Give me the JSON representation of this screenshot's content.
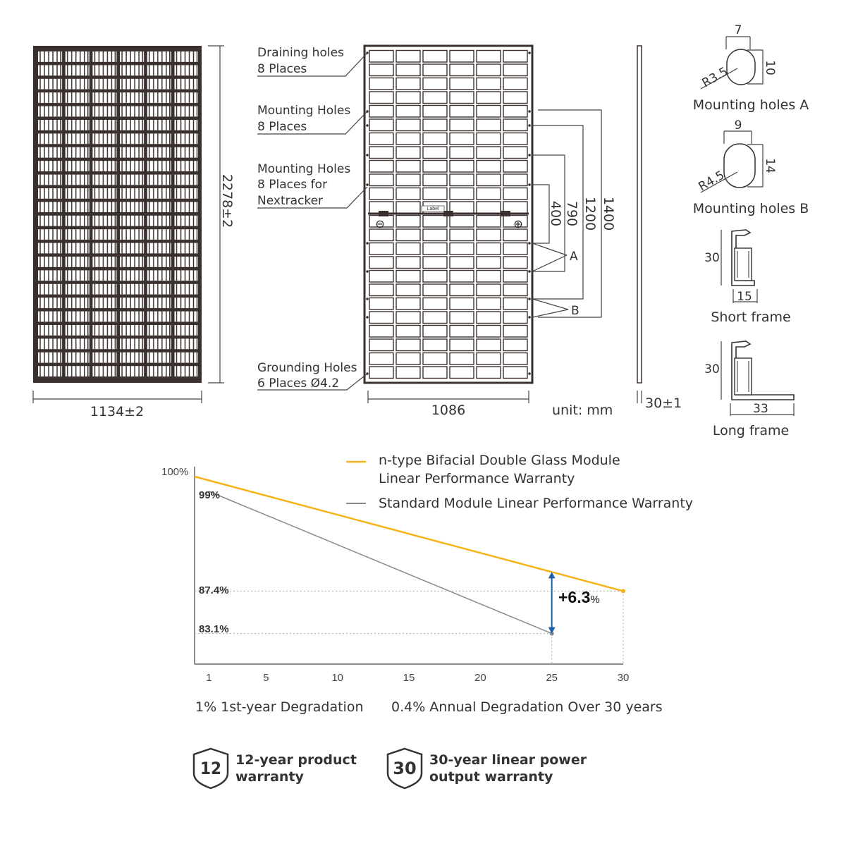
{
  "drawing": {
    "front_width": "1134±2",
    "front_height": "2278±2",
    "back_width": "1086",
    "depth": "30±1",
    "unit": "unit: mm",
    "label_tag": "Label",
    "callouts": [
      {
        "line1": "Draining holes",
        "line2": "8 Places"
      },
      {
        "line1": "Mounting Holes",
        "line2": "8 Places"
      },
      {
        "line1": "Mounting Holes",
        "line2": "8 Places for",
        "line3": "Nextracker"
      },
      {
        "line1": "Grounding Holes",
        "line2": "6 Places Ø4.2"
      }
    ],
    "spacings": [
      "400",
      "790",
      "1200",
      "1400"
    ],
    "hole_markers": [
      "A",
      "B"
    ],
    "polarity": {
      "neg": "⊖",
      "pos": "⊕"
    }
  },
  "details": {
    "hole_a": {
      "width": "7",
      "height": "10",
      "radius": "R3.5",
      "caption": "Mounting holes A"
    },
    "hole_b": {
      "width": "9",
      "height": "14",
      "radius": "R4.5",
      "caption": "Mounting holes B"
    },
    "short_frame": {
      "height": "30",
      "width": "15",
      "caption": "Short frame"
    },
    "long_frame": {
      "height": "30",
      "width": "33",
      "caption": "Long frame"
    }
  },
  "chart_data": {
    "type": "line",
    "xlim": [
      1,
      30
    ],
    "ylim": [
      80,
      100
    ],
    "x_ticks": [
      "1",
      "5",
      "10",
      "15",
      "20",
      "25",
      "30"
    ],
    "y_top_label": "100%",
    "series": [
      {
        "name": "n-type Bifacial Double Glass Module Linear Performance Warranty",
        "color": "#f5b31a",
        "points": [
          [
            0,
            99
          ],
          [
            30,
            87.4
          ]
        ]
      },
      {
        "name": "Standard Module Linear Performance Warranty",
        "color": "#8a8a8a",
        "points": [
          [
            1,
            97.5
          ],
          [
            25,
            83.1
          ]
        ]
      }
    ],
    "annotations": {
      "start": "99%",
      "level_a": "87.4%",
      "level_b": "83.1%",
      "gap_main": "+6.3",
      "gap_unit": "%"
    },
    "legend_1_line1": "n-type Bifacial Double Glass Module",
    "legend_1_line2": "Linear Performance Warranty",
    "legend_2": "Standard Module Linear Performance Warranty",
    "note_left": "1% 1st-year Degradation",
    "note_right": "0.4% Annual Degradation Over 30 years",
    "accent_color": "#1f5fa8"
  },
  "warranties": [
    {
      "badge": "12",
      "line1": "12-year product",
      "line2": "warranty"
    },
    {
      "badge": "30",
      "line1": "30-year linear power",
      "line2": "output warranty"
    }
  ]
}
